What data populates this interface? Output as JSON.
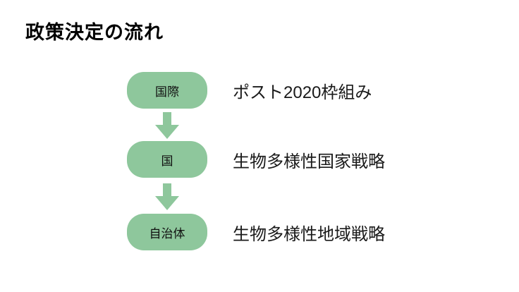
{
  "title": "政策決定の流れ",
  "colors": {
    "node": "#8ec79c",
    "arrow": "#8ec79c",
    "text": "#1a1a1a"
  },
  "flow": {
    "nodes": [
      {
        "label": "国際",
        "description": "ポスト2020枠組み"
      },
      {
        "label": "国",
        "description": "生物多様性国家戦略"
      },
      {
        "label": "自治体",
        "description": "生物多様性地域戦略"
      }
    ]
  }
}
